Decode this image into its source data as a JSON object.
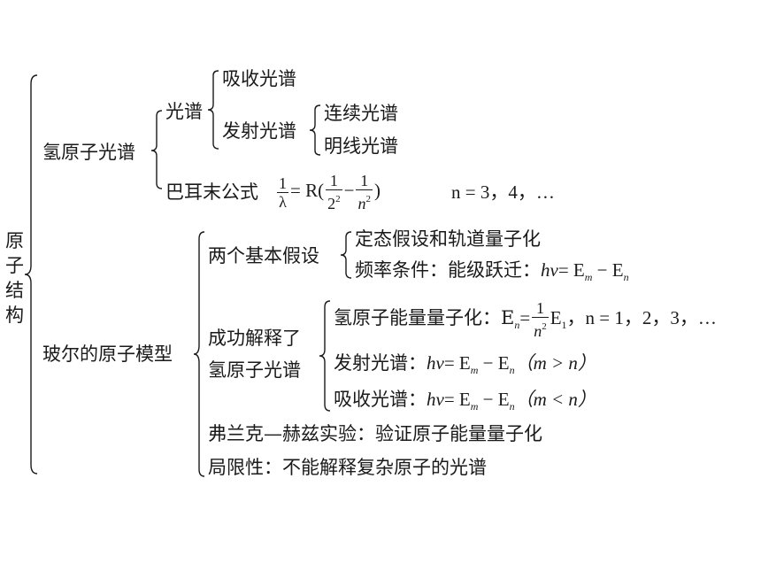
{
  "root": {
    "label": "原子结构"
  },
  "h_spectrum": {
    "label": "氢原子光谱",
    "spectrum": {
      "label": "光谱",
      "absorption": "吸收光谱",
      "emission": {
        "label": "发射光谱",
        "continuous": "连续光谱",
        "line": "明线光谱"
      }
    },
    "balmer": {
      "label": "巴耳末公式",
      "one": "1",
      "lambda": "λ",
      "eq_R": "= R(",
      "two_sq": "2",
      "sq": "2",
      "minus": "−",
      "n": "n",
      "close": ")",
      "range": "n = 3，4，…"
    }
  },
  "bohr": {
    "label": "玻尔的原子模型",
    "hypotheses": {
      "label": "两个基本假设",
      "stationary": "定态假设和轨道量子化",
      "frequency_label": "频率条件：能级跃迁：",
      "h": "h",
      "nu": "ν",
      "eq": "= E",
      "m": "m",
      "minus_e": " − E",
      "n": "n"
    },
    "explained": {
      "label_line1": "成功解释了",
      "label_line2": "氢原子光谱",
      "quantization": {
        "label": "氢原子能量量子化：E",
        "sub_n": "n",
        "eq": "=",
        "one": "1",
        "n": "n",
        "sq": "2",
        "e1": "E",
        "sub_1": "1",
        "tail": "，n = 1，2，3，…"
      },
      "emission": {
        "label": "发射光谱：",
        "h": "h",
        "nu": "ν",
        "eq": "= E",
        "m": "m",
        "minus_e": " − E",
        "n": "n",
        "cond": "（m > n）"
      },
      "absorption": {
        "label": "吸收光谱：",
        "h": "h",
        "nu": "ν",
        "eq": "= E",
        "m": "m",
        "minus_e": " − E",
        "n": "n",
        "cond": "（m < n）"
      }
    },
    "franck_hertz": "弗兰克—赫兹实验：验证原子能量量子化",
    "limitation": "局限性：不能解释复杂原子的光谱"
  }
}
